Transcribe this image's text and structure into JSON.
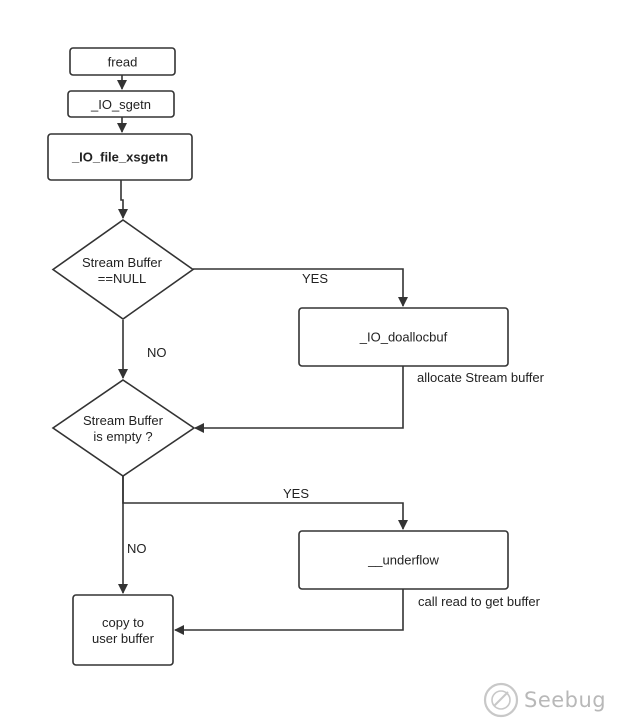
{
  "nodes": {
    "fread": "fread",
    "io_sgetn": "_IO_sgetn",
    "io_file_xsgetn": "_IO_file_xsgetn",
    "decision_null": [
      "Stream Buffer",
      "==NULL"
    ],
    "io_doallocbuf": "_IO_doallocbuf",
    "decision_empty": [
      "Stream Buffer",
      "is empty ?"
    ],
    "underflow": "__underflow",
    "copy": [
      "copy to",
      "user buffer"
    ]
  },
  "edge_labels": {
    "null_yes": "YES",
    "null_no": "NO",
    "alloc_note": "allocate Stream buffer",
    "empty_yes": "YES",
    "empty_no": "NO",
    "read_note": "call read to get buffer"
  },
  "watermark": "Seebug",
  "colors": {
    "stroke": "#333333",
    "watermark": "#b8b8b8"
  }
}
